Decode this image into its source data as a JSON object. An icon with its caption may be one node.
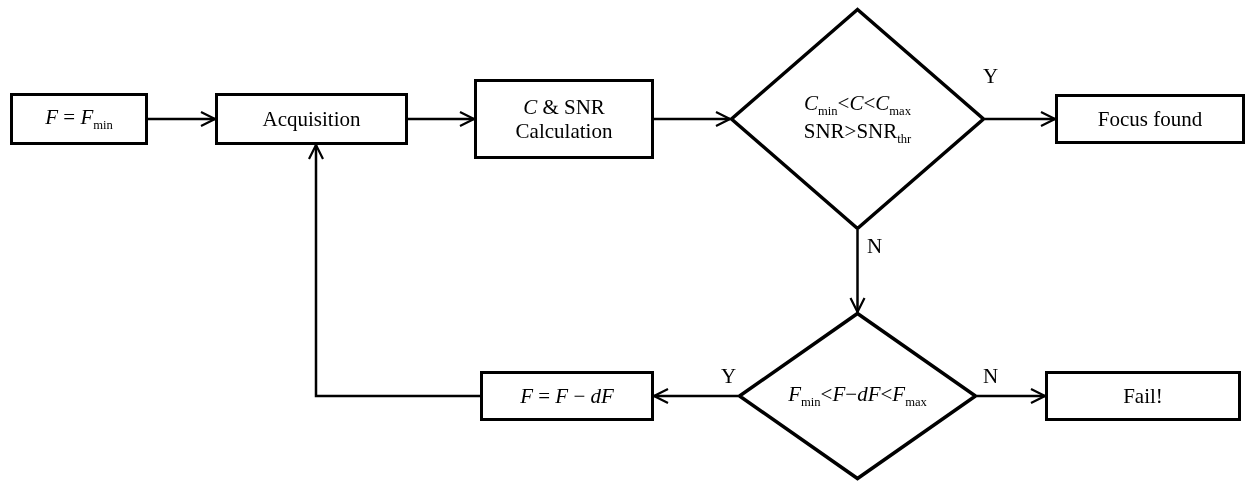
{
  "diagram": {
    "nodes": [
      {
        "text": [
          "*F* = *F*$_{min}$"
        ]
      },
      {
        "text": [
          "Acquisition"
        ]
      },
      {
        "text": [
          "*C* & SNR Calculation"
        ]
      },
      {
        "text": [
          "*C*$_{min}$<*C*<*C*$_{max}$",
          "SNR>SNR$_{thr}$"
        ]
      },
      {
        "text": [
          "Focus found"
        ]
      },
      {
        "text": [
          "*F*$_{min}$<*F*−*dF*<*F*$_{max}$"
        ]
      },
      {
        "text": [
          "*F* = *F* − *dF*"
        ]
      },
      {
        "text": [
          "Fail!"
        ]
      }
    ],
    "edges": [
      {
        "from": 0,
        "to": 1,
        "arrow": "to"
      },
      {
        "from": 1,
        "to": 2,
        "arrow": "to"
      },
      {
        "from": 2,
        "to": 3,
        "arrow": "to"
      },
      {
        "from": 3,
        "to": 4,
        "label": "Y",
        "arrow": "to"
      },
      {
        "from": 3,
        "to": 5,
        "label": "N",
        "arrow": "to"
      },
      {
        "from": 5,
        "to": 6,
        "label": "Y",
        "arrow": "to"
      },
      {
        "from": 5,
        "to": 7,
        "label": "N",
        "arrow": "to"
      },
      {
        "from": 6,
        "to": 1,
        "arrow": "to"
      }
    ]
  }
}
